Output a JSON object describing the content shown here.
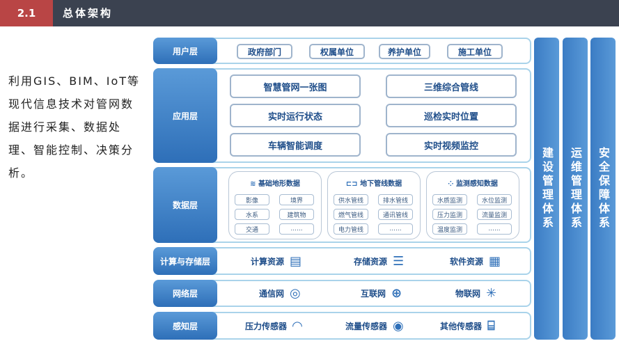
{
  "header": {
    "number": "2.1",
    "title": "总体架构"
  },
  "description": "利用GIS、BIM、IoT等现代信息技术对管网数据进行采集、数据处理、智能控制、决策分析。",
  "layers": {
    "user": {
      "label": "用户层",
      "items": [
        "政府部门",
        "权属单位",
        "养护单位",
        "施工单位"
      ]
    },
    "app": {
      "label": "应用层",
      "items": [
        "智慧管网一张图",
        "三维综合管线",
        "实时运行状态",
        "巡检实时位置",
        "车辆智能调度",
        "实时视频监控"
      ]
    },
    "data": {
      "label": "数据层",
      "groups": [
        {
          "title": "基础地形数据",
          "icon": "layers-icon",
          "cells": [
            "影像",
            "境界",
            "水系",
            "建筑物",
            "交通",
            "......"
          ]
        },
        {
          "title": "地下管线数据",
          "icon": "pipe-icon",
          "cells": [
            "供水管线",
            "排水管线",
            "燃气管线",
            "通讯管线",
            "电力管线",
            "......"
          ]
        },
        {
          "title": "监测感知数据",
          "icon": "sensor-dots-icon",
          "cells": [
            "水质监测",
            "水位监测",
            "压力监测",
            "流量监测",
            "温度监测",
            "......"
          ]
        }
      ]
    },
    "compute": {
      "label": "计算与存储层",
      "items": [
        "计算资源",
        "存储资源",
        "软件资源"
      ]
    },
    "network": {
      "label": "网络层",
      "items": [
        "通信网",
        "互联网",
        "物联网"
      ]
    },
    "sense": {
      "label": "感知层",
      "items": [
        "压力传感器",
        "流量传感器",
        "其他传感器"
      ]
    }
  },
  "columns": [
    "建设管理体系",
    "运维管理体系",
    "安全保障体系"
  ]
}
